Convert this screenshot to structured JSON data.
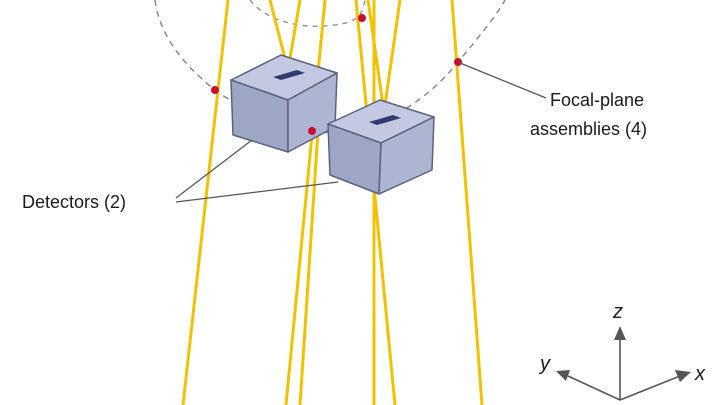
{
  "labels": {
    "detectors": "Detectors (2)",
    "focal_line1": "Focal-plane",
    "focal_line2": "assemblies (4)"
  },
  "axes": {
    "x": "x",
    "y": "y",
    "z": "z"
  },
  "colors": {
    "beam": "#f2c200",
    "focal_point": "#c8102e",
    "detector_front": "#9ea6c6",
    "detector_side": "#aeb5d2",
    "detector_top": "#c3c9e0",
    "detector_edge": "#5b6280",
    "orbit": "#8a8a8a",
    "leader": "#555555",
    "axis": "#555555",
    "text": "#1a1a1a"
  }
}
